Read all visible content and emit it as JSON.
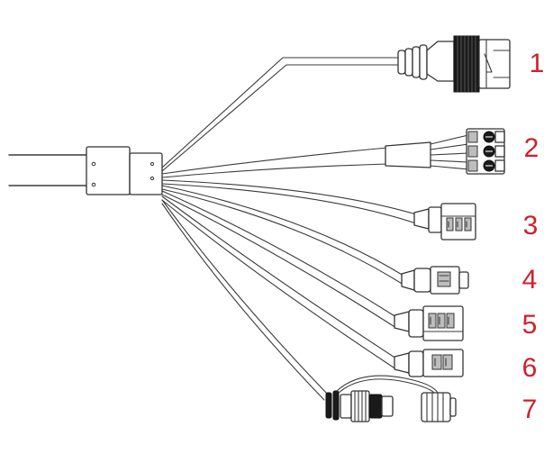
{
  "diagram": {
    "labels": [
      "1",
      "2",
      "3",
      "4",
      "5",
      "6",
      "7"
    ],
    "label_color": "#d0202a",
    "line_color": "#3a3a3a",
    "background": "#ffffff"
  }
}
